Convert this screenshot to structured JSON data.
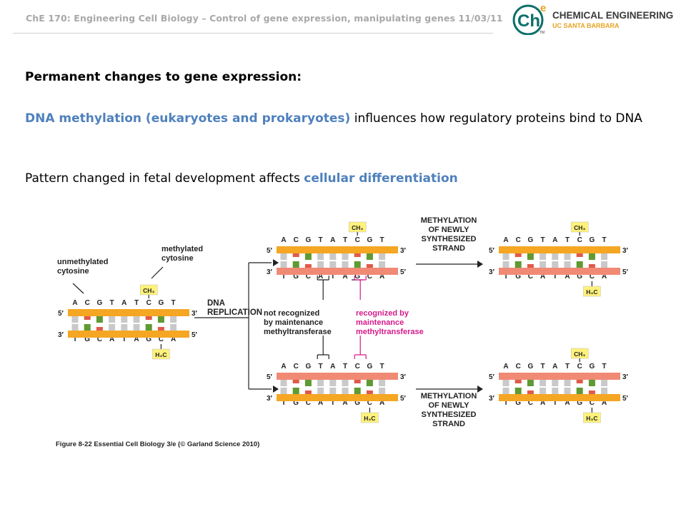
{
  "header": {
    "title": "ChE 170: Engineering Cell Biology – Control of gene expression, manipulating genes 11/03/11"
  },
  "logo": {
    "mark_text": "Ch",
    "superscript": "e",
    "tm": "TM",
    "line1": "CHEMICAL ENGINEERING",
    "line2": "UC SANTA BARBARA",
    "colors": {
      "teal": "#0c6f6a",
      "orange": "#e8a320",
      "dark": "#3a3a3a"
    }
  },
  "slide": {
    "heading": "Permanent changes to gene expression:",
    "p1_highlight": "DNA methylation (eukaryotes and prokaryotes)",
    "p1_rest": " influences how regulatory proteins bind to DNA",
    "p2_start": "Pattern changed in fetal development affects ",
    "p2_highlight": "cellular differentiation"
  },
  "figure": {
    "top_sequence": [
      "A",
      "C",
      "G",
      "T",
      "A",
      "T",
      "C",
      "G",
      "T"
    ],
    "bottom_sequence": [
      "T",
      "G",
      "C",
      "A",
      "T",
      "A",
      "G",
      "C",
      "A"
    ],
    "five_prime": "5′",
    "three_prime": "3′",
    "ch3": "CH₃",
    "h3c": "H₃C",
    "unmethylated": [
      "unmethylated",
      "cytosine"
    ],
    "methylated": [
      "methylated",
      "cytosine"
    ],
    "dna_replication": [
      "DNA",
      "REPLICATION"
    ],
    "not_recognized": [
      "not recognized",
      "by maintenance",
      "methyltransferase"
    ],
    "recognized": [
      "recognized by",
      "maintenance",
      "methyltransferase"
    ],
    "methylation_label": [
      "METHYLATION",
      "OF NEWLY",
      "SYNTHESIZED",
      "STRAND"
    ],
    "caption": "Figure 8-22  Essential Cell Biology 3/e (© Garland Science 2010)",
    "colors": {
      "orange": "#f5a623",
      "salmon": "#f08a74",
      "green": "#5f9a32",
      "gray": "#c9c9c9",
      "red": "#e05a4a",
      "yellow": "#fff27a",
      "magenta": "#d6198a"
    }
  }
}
